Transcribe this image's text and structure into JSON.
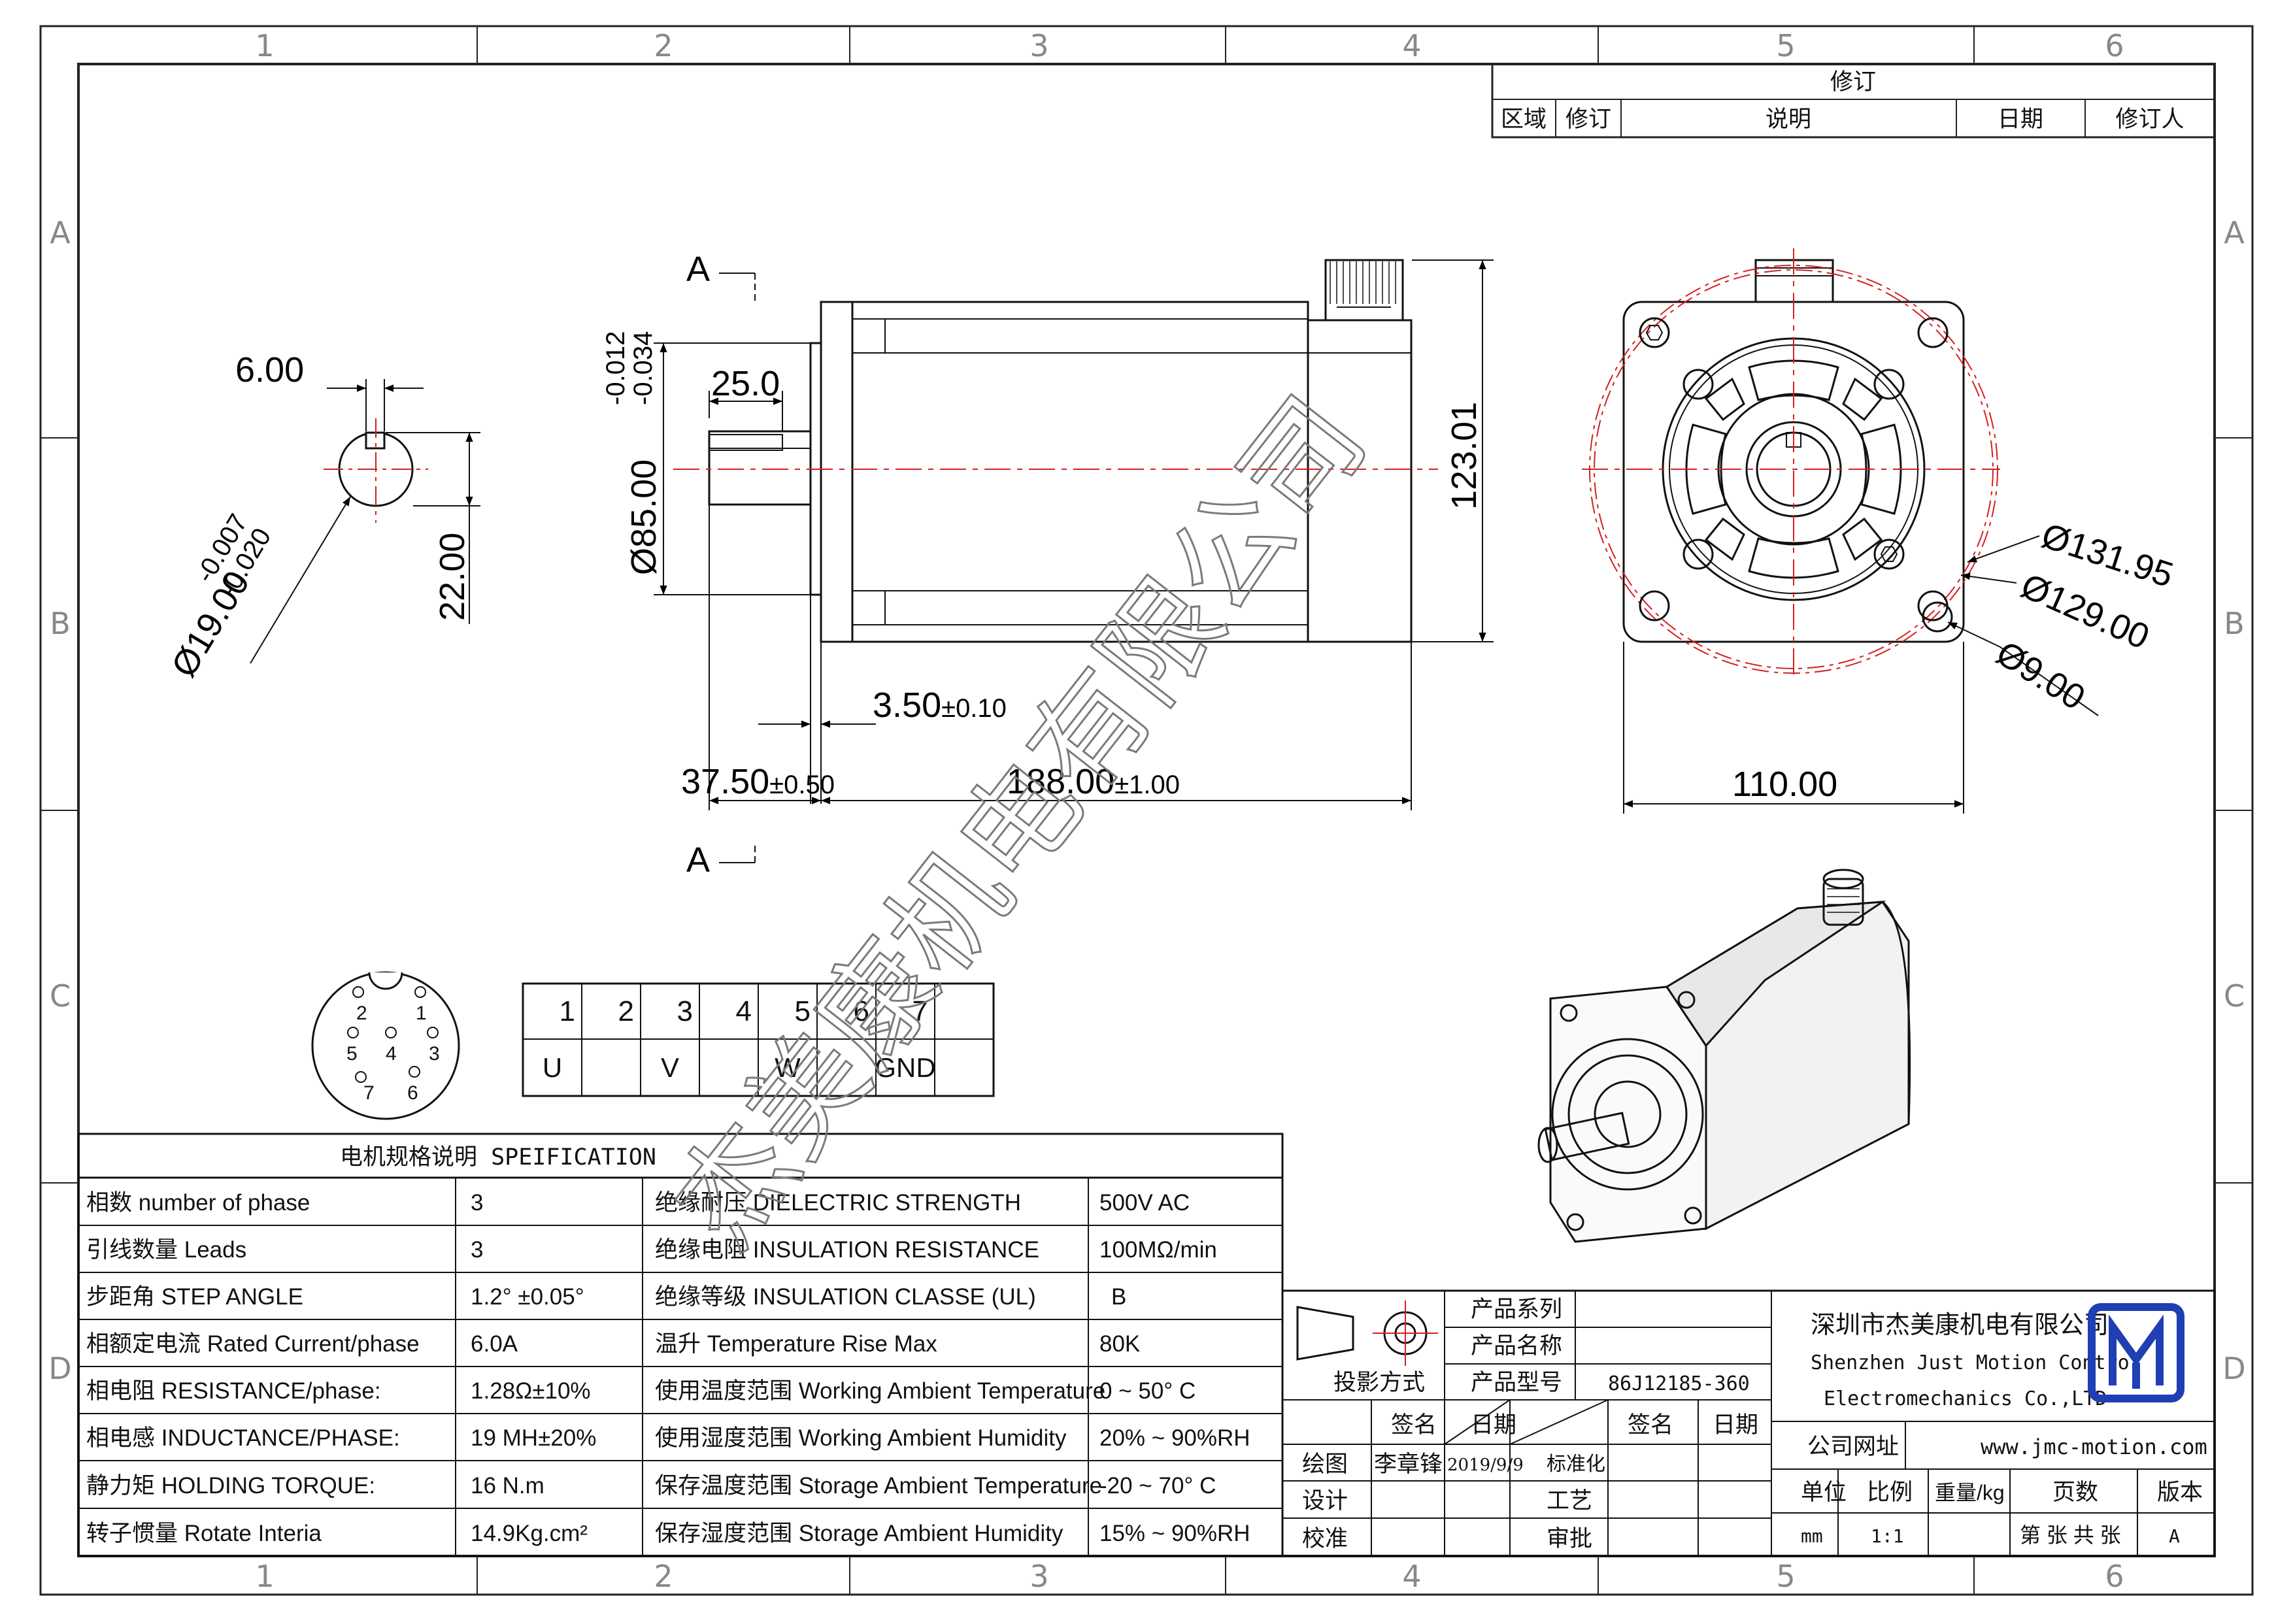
{
  "zones": {
    "columns": [
      "1",
      "2",
      "3",
      "4",
      "5",
      "6"
    ],
    "rows": [
      "A",
      "B",
      "C",
      "D"
    ]
  },
  "revision_block": {
    "title": "修订",
    "headers": [
      "区域",
      "修订",
      "说明",
      "日期",
      "修订人"
    ]
  },
  "dimensions": {
    "key_width": "6.00",
    "key_depth": "22.00",
    "shaft_dia": "Ø19.00",
    "shaft_tol_upper": "-0.007",
    "shaft_tol_lower": "-0.020",
    "flange_boss_dia": "Ø85.00",
    "boss_tol_upper": "-0.012",
    "boss_tol_lower": "-0.034",
    "key_length": "25.0",
    "height": "123.01",
    "boss_height": "3.50",
    "boss_height_tol": "±0.10",
    "shaft_length": "37.50",
    "shaft_length_tol": "±0.50",
    "body_length": "188.00",
    "body_length_tol": "±1.00",
    "square": "110.00",
    "circle_outer": "Ø131.95",
    "bolt_circle": "Ø129.00",
    "hole_dia": "Ø9.00",
    "section_label": "A"
  },
  "connector_pins": [
    "1",
    "2",
    "3",
    "4",
    "5",
    "6",
    "7"
  ],
  "pin_table": {
    "numbers": [
      "1",
      "2",
      "3",
      "4",
      "5",
      "6",
      "7"
    ],
    "signals": [
      "U",
      "",
      "V",
      "",
      "W",
      "",
      "GND"
    ]
  },
  "spec_table": {
    "title": "电机规格说明 SPEIFICATION",
    "rows": [
      {
        "label": "相数 number of phase",
        "value": "3",
        "label2": "绝缘耐压 DIELECTRIC STRENGTH",
        "value2": "500V AC"
      },
      {
        "label": "引线数量 Leads",
        "value": "3",
        "label2": "绝缘电阻 INSULATION RESISTANCE",
        "value2": "100MΩ/min"
      },
      {
        "label": "步距角 STEP ANGLE",
        "value": "1.2° ±0.05°",
        "label2": "绝缘等级 INSULATION CLASSE (UL)",
        "value2": "B"
      },
      {
        "label": "相额定电流 Rated Current/phase",
        "value": "6.0A",
        "label2": "温升 Temperature Rise Max",
        "value2": "80K"
      },
      {
        "label": "相电阻 RESISTANCE/phase:",
        "value": "1.28Ω±10%",
        "label2": "使用温度范围 Working Ambient Temperature",
        "value2": "0 ~ 50° C"
      },
      {
        "label": "相电感 INDUCTANCE/PHASE:",
        "value": "19 MH±20%",
        "label2": "使用湿度范围 Working Ambient Humidity",
        "value2": "20% ~ 90%RH"
      },
      {
        "label": "静力矩 HOLDING TORQUE:",
        "value": "16 N.m",
        "label2": "保存温度范围 Storage Ambient Temperature",
        "value2": "-20 ~ 70° C"
      },
      {
        "label": "转子惯量 Rotate Interia",
        "value": "14.9Kg.cm²",
        "label2": "保存湿度范围 Storage Ambient Humidity",
        "value2": "15% ~ 90%RH"
      }
    ]
  },
  "title_block": {
    "product_series": "产品系列",
    "product_name": "产品名称",
    "product_model_label": "产品型号",
    "product_model_value": "86J12185-360",
    "projection": "投影方式",
    "sign": "签名",
    "date": "日期",
    "sign2": "签名",
    "date2": "日期",
    "drawing": "绘图",
    "drawer": "李章锋",
    "draw_date": "2019/9/9",
    "standardization": "标准化",
    "design": "设计",
    "process": "工艺",
    "check": "校准",
    "approve": "审批",
    "company_cn": "深圳市杰美康机电有限公司",
    "company_en_1": "Shenzhen Just Motion Control",
    "company_en_2": "Electromechanics Co.,LTD",
    "website_label": "公司网址",
    "website": "www.jmc-motion.com",
    "unit_label": "单位",
    "scale_label": "比例",
    "weight_label": "重量/kg",
    "pages_label": "页数",
    "version_label": "版本",
    "unit": "mm",
    "scale": "1:1",
    "pages": "第 张 共 张",
    "version": "A"
  },
  "watermark": "杰美康机电有限公司",
  "colors": {
    "line": "#111111",
    "center_line": "#d42020",
    "logo": "#1f3fb3",
    "zone_text": "#888888"
  }
}
